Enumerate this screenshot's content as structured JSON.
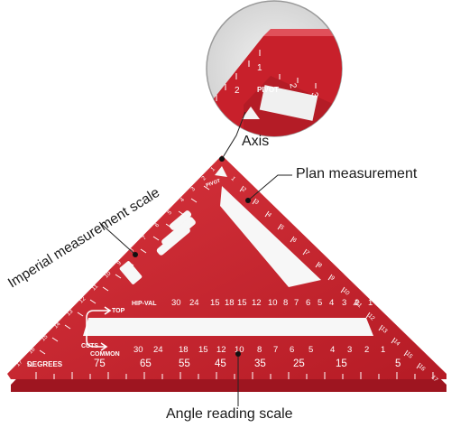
{
  "callouts": {
    "axis": "Axis",
    "plan": "Plan measurement",
    "imperial": "Imperial  measurement scale",
    "angle": "Angle reading scale"
  },
  "tool_markings": {
    "pivot": "PIVOT",
    "hip_val": "HIP-VAL",
    "top": "TOP",
    "cuts": "CUTS",
    "common": "COMMON",
    "degrees": "DEGREES",
    "zoom_pivot": "PIVOT",
    "zoom_numbers": [
      "2",
      "1",
      "2",
      "3"
    ],
    "hip_val_numbers": [
      "30",
      "24",
      "15",
      "18",
      "15",
      "12",
      "10",
      "8",
      "7",
      "6",
      "5",
      "4",
      "3",
      "2",
      "1"
    ],
    "common_numbers": [
      "30",
      "24",
      "18",
      "15",
      "12",
      "10",
      "8",
      "7",
      "6",
      "5",
      "4",
      "3",
      "2",
      "1"
    ],
    "degree_numbers": [
      "75",
      "65",
      "55",
      "45",
      "35",
      "25",
      "15",
      "5"
    ],
    "left_scale_numbers": [
      "17",
      "16",
      "15",
      "14",
      "13",
      "12",
      "11",
      "10",
      "9",
      "8",
      "7",
      "6",
      "5",
      "4",
      "3",
      "2",
      "1"
    ],
    "right_scale_numbers": [
      "1",
      "2",
      "3",
      "4",
      "5",
      "6",
      "7",
      "8",
      "9",
      "10",
      "11",
      "12",
      "13",
      "14",
      "15",
      "16",
      "17"
    ]
  },
  "colors": {
    "aluminum_red": "#c8202b",
    "aluminum_dark": "#9e1520",
    "marking": "#ffffff",
    "callout_line": "#222222"
  }
}
